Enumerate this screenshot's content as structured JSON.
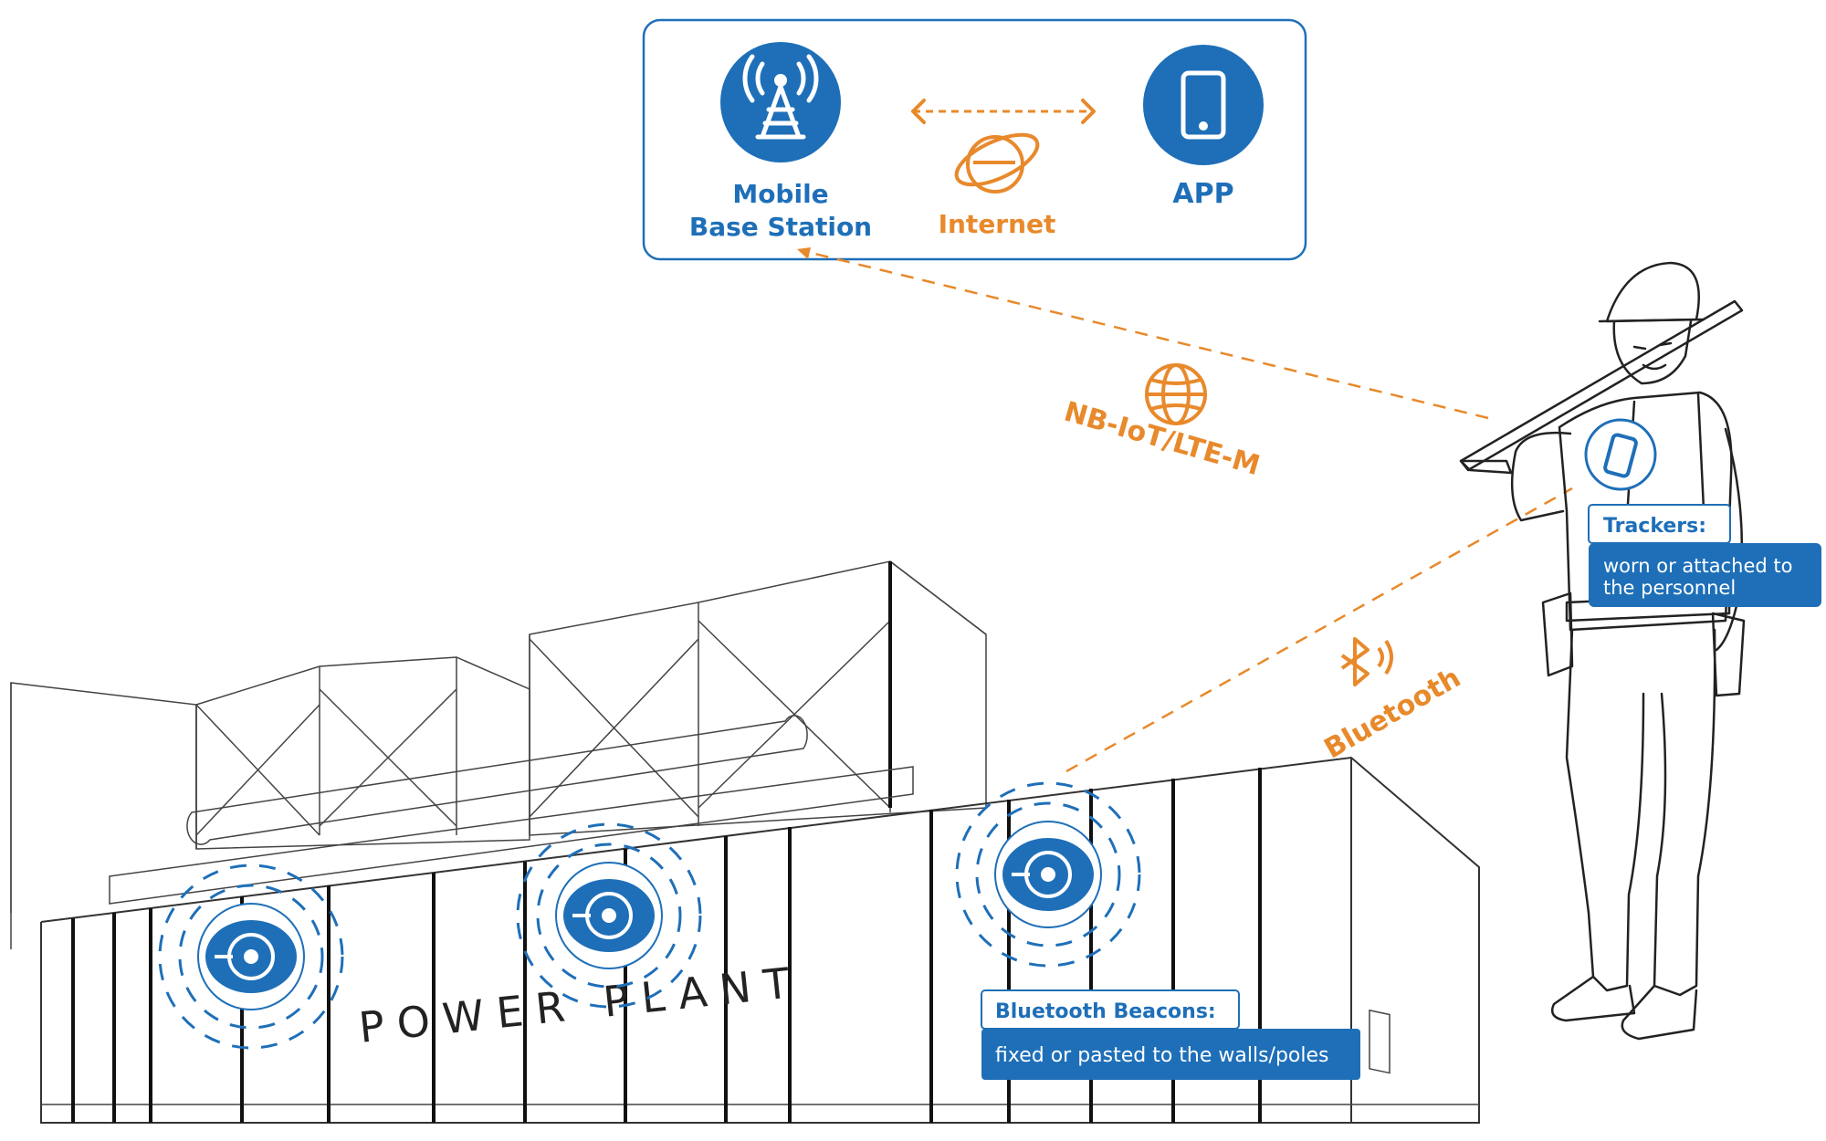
{
  "network": {
    "base_station_line1": "Mobile",
    "base_station_line2": "Base Station",
    "internet_label": "Internet",
    "app_label": "APP"
  },
  "links": {
    "cellular_label": "NB-IoT/LTE-M",
    "bluetooth_label": "Bluetooth"
  },
  "trackers": {
    "title": "Trackers:",
    "desc_line1": "worn or attached to",
    "desc_line2": "the personnel"
  },
  "beacons": {
    "title": "Bluetooth Beacons:",
    "desc": "fixed or pasted to the walls/poles"
  },
  "building": {
    "sign": "POWER PLANT"
  },
  "colors": {
    "blue": "#1e6fb8",
    "orange": "#e8892b"
  },
  "icons": [
    "cell-tower-icon",
    "internet-explorer-icon",
    "smartphone-icon",
    "globe-icon",
    "bluetooth-icon",
    "beacon-icon",
    "tracker-icon"
  ]
}
